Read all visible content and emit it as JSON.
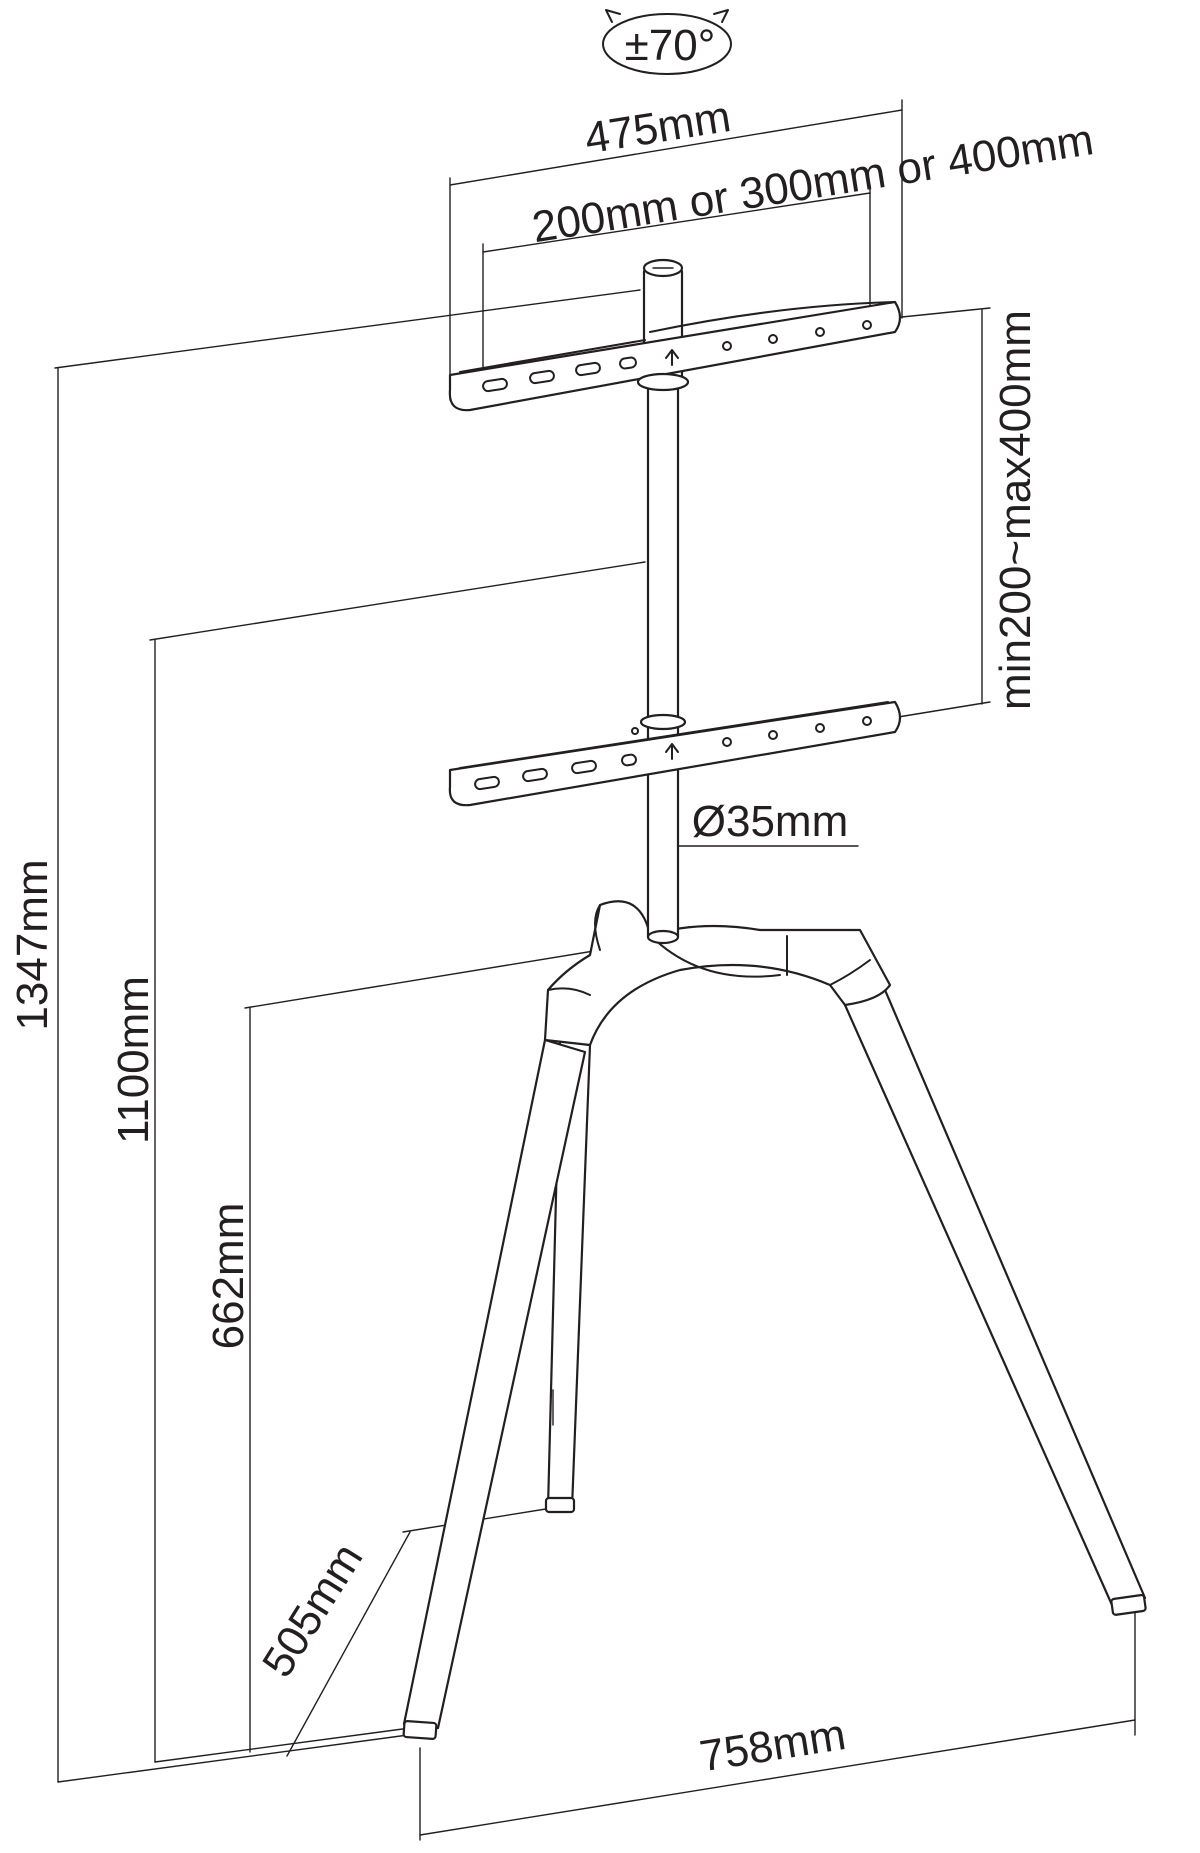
{
  "dimensions": {
    "rotation": "±70°",
    "bracket_width": "475mm",
    "vesa_spacing": "200mm or 300mm or 400mm",
    "bracket_gap": "min200~max400mm",
    "total_height": "1347mm",
    "upper_height": "1100mm",
    "hub_height": "662mm",
    "pole_diameter": "Ø35mm",
    "rear_leg_depth": "505mm",
    "leg_span": "758mm"
  },
  "colors": {
    "line": "#231f20",
    "background": "#ffffff"
  }
}
